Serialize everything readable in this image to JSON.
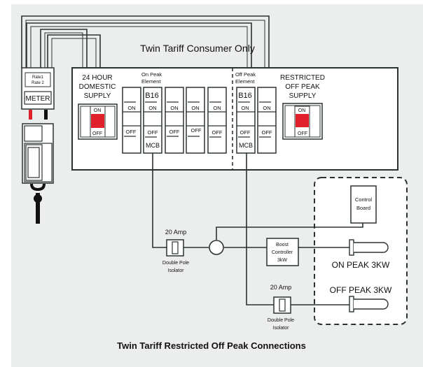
{
  "title": "Twin Tariff Consumer Only",
  "caption": "Twin Tariff Restricted Off Peak Connections",
  "colors": {
    "background": "#eceded",
    "panel": "#ffffff",
    "line": "#2b332f",
    "switch_red": "#e0202a",
    "text": "#111111"
  },
  "meter": {
    "rate1": "Rate1",
    "rate2": "Rate 2",
    "label": "METER"
  },
  "consumer_unit": {
    "domestic_supply": {
      "line1": "24 HOUR",
      "line2": "DOMESTIC",
      "line3": "SUPPLY",
      "on": "ON",
      "off": "OFF"
    },
    "on_peak_section": {
      "label_line1": "On Peak",
      "label_line2": "Element",
      "breakers": [
        {
          "rating": "",
          "on": "ON",
          "off": "OFF",
          "type": ""
        },
        {
          "rating": "B16",
          "on": "ON",
          "off": "OFF",
          "type": "MCB"
        },
        {
          "rating": "",
          "on": "ON",
          "off": "OFF",
          "type": ""
        },
        {
          "rating": "",
          "on": "ON",
          "off": "OFF",
          "type": ""
        },
        {
          "rating": "",
          "on": "ON",
          "off": "OFF",
          "type": ""
        }
      ]
    },
    "off_peak_section": {
      "label_line1": "Off Peak",
      "label_line2": "Element",
      "breakers": [
        {
          "rating": "B16",
          "on": "ON",
          "off": "OFF",
          "type": "MCB"
        },
        {
          "rating": "",
          "on": "ON",
          "off": "OFF",
          "type": ""
        }
      ]
    },
    "restricted_supply": {
      "line1": "RESTRICTED",
      "line2": "OFF PEAK",
      "line3": "SUPPLY",
      "on": "ON",
      "off": "OFF"
    }
  },
  "isolator_on_peak": {
    "rating": "20 Amp",
    "line1": "Double Pole",
    "line2": "Isolator"
  },
  "isolator_off_peak": {
    "rating": "20 Amp",
    "line1": "Double Pole",
    "line2": "Isolator"
  },
  "boost_controller": {
    "line1": "Boost",
    "line2": "Controller",
    "line3": "3kW"
  },
  "control_board": {
    "line1": "Control",
    "line2": "Board"
  },
  "elements": {
    "on_peak": "ON PEAK 3KW",
    "off_peak": "OFF PEAK 3KW"
  }
}
